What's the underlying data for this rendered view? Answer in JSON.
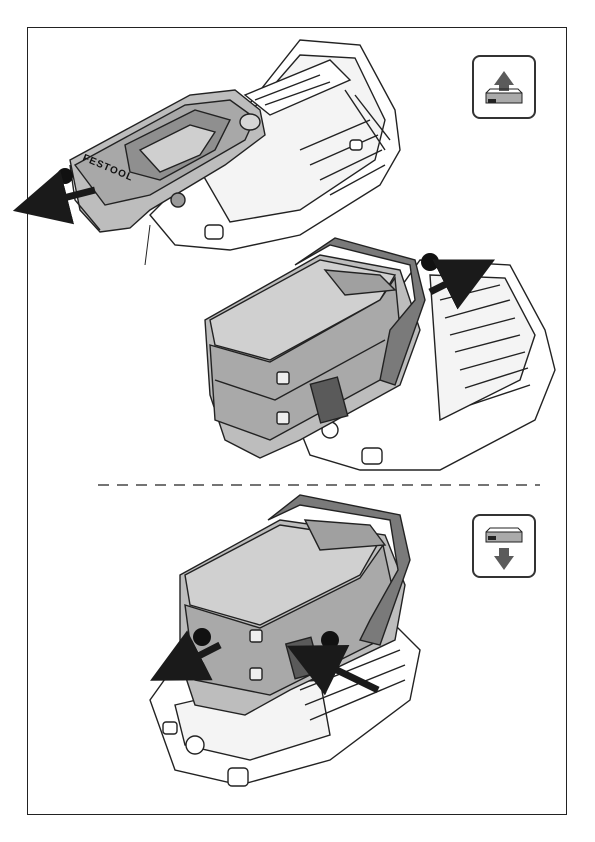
{
  "brand": {
    "logo_text": "FESTOOL"
  },
  "steps": [
    {
      "id": "remove-cover",
      "badge_icon": "battery-up-arrow-icon"
    },
    {
      "id": "attach-battery"
    },
    {
      "id": "release-battery",
      "badge_icon": "battery-down-arrow-icon"
    }
  ],
  "colors": {
    "line": "#222222",
    "body": "#bdbdbd",
    "shadow": "#8f8f8f",
    "dark": "#6e6e6e",
    "arrow": "#1a1a1a"
  }
}
